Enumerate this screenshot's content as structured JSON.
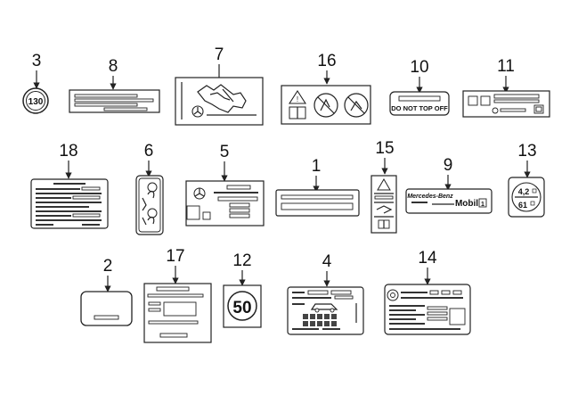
{
  "callouts": {
    "c1": "1",
    "c2": "2",
    "c3": "3",
    "c4": "4",
    "c5": "5",
    "c6": "6",
    "c7": "7",
    "c8": "8",
    "c9": "9",
    "c10": "10",
    "c11": "11",
    "c12": "12",
    "c13": "13",
    "c14": "14",
    "c15": "15",
    "c16": "16",
    "c17": "17",
    "c18": "18"
  },
  "labels": {
    "speed_130": "130",
    "do_not_top_off": "DO NOT TOP OFF",
    "mercedes_benz": "Mercedes-Benz",
    "mobil": "Mobil",
    "mobil_symbol": "1",
    "pressure_4_2": "4,2",
    "pressure_61": "61",
    "speed_50": "50"
  }
}
